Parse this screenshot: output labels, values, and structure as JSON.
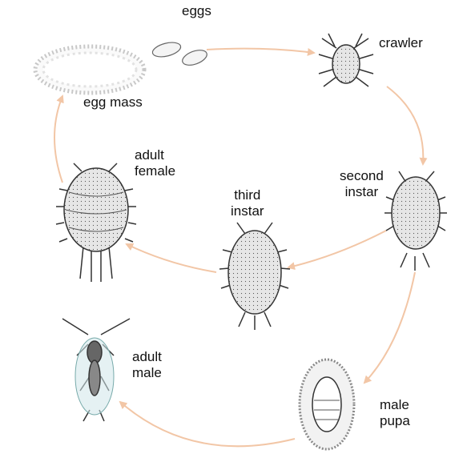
{
  "diagram": {
    "stages": {
      "egg_mass": "egg mass",
      "eggs": "eggs",
      "crawler": "crawler",
      "second_instar": "second\ninstar",
      "third_instar": "third\ninstar",
      "adult_female": "adult\nfemale",
      "male_pupa": "male\npupa",
      "adult_male": "adult\nmale"
    },
    "colors": {
      "arrow": "#f2c6a6",
      "body": "#e6e6e6",
      "outline": "#333333",
      "wing": "#cfe6ea",
      "pupa_case": "#8a8a8a"
    }
  }
}
